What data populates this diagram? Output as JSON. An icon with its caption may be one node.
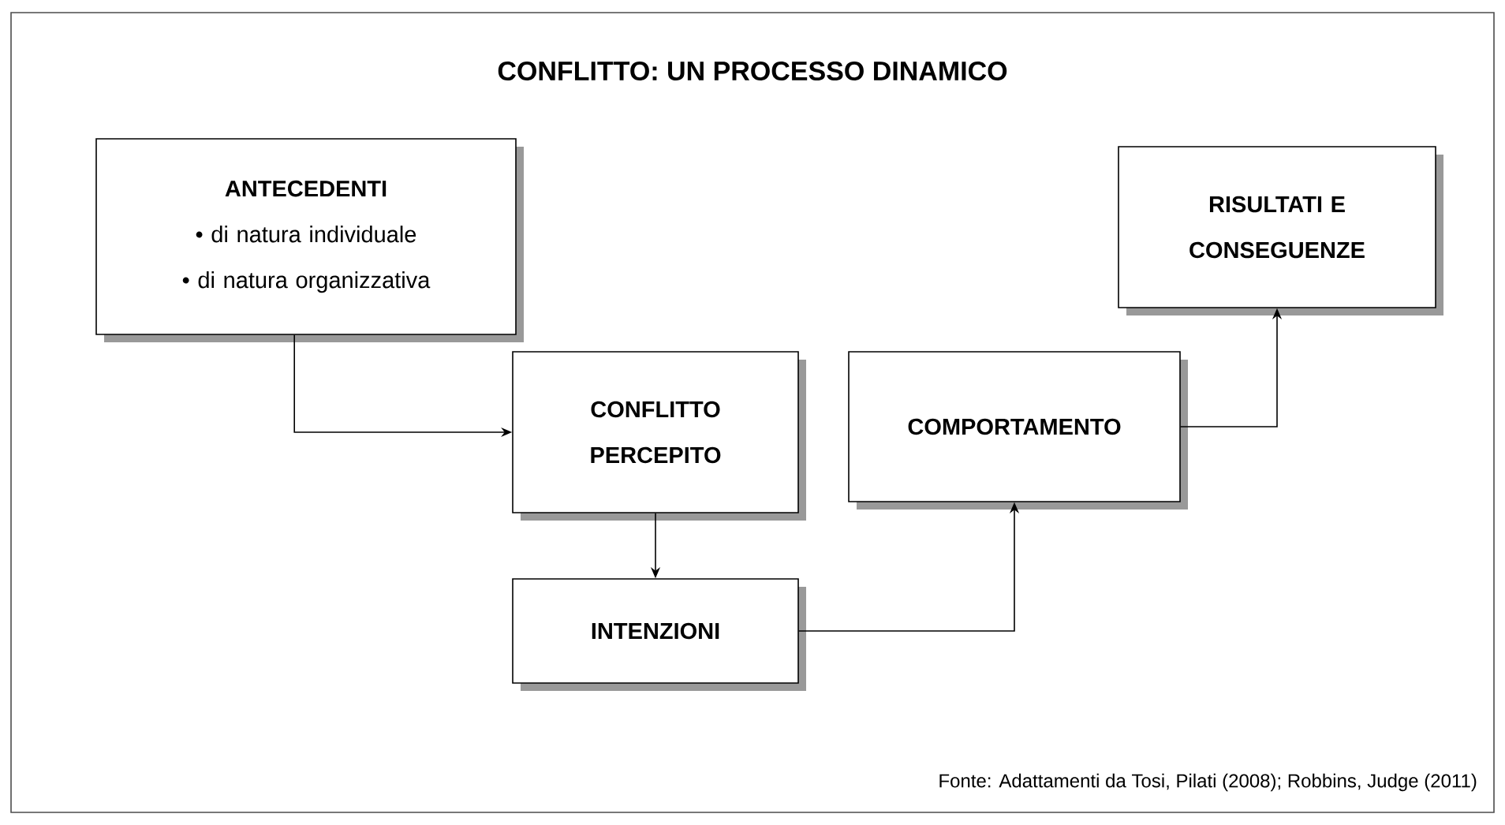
{
  "diagram": {
    "title": "CONFLITTO: UN PROCESSO DINAMICO",
    "nodes": [
      {
        "text": [
          "ANTECEDENTI",
          "• di natura individuale",
          "• di natura organizzativa"
        ]
      },
      {
        "text": [
          "CONFLITTO PERCEPITO"
        ]
      },
      {
        "text": [
          "INTENZIONI"
        ]
      },
      {
        "text": [
          "COMPORTAMENTO"
        ]
      },
      {
        "text": [
          "RISULTATI E CONSEGUENZE"
        ]
      }
    ],
    "edges": [
      {
        "from": 0,
        "to": 1,
        "arrow": "to"
      },
      {
        "from": 1,
        "to": 2,
        "arrow": "to"
      },
      {
        "from": 2,
        "to": 3,
        "arrow": "to"
      },
      {
        "from": 3,
        "to": 4,
        "arrow": "to"
      }
    ],
    "labels": [
      "Fonte: Adattamenti da Tosi, Pilati (2008); Robbins, Judge (2011)"
    ]
  }
}
